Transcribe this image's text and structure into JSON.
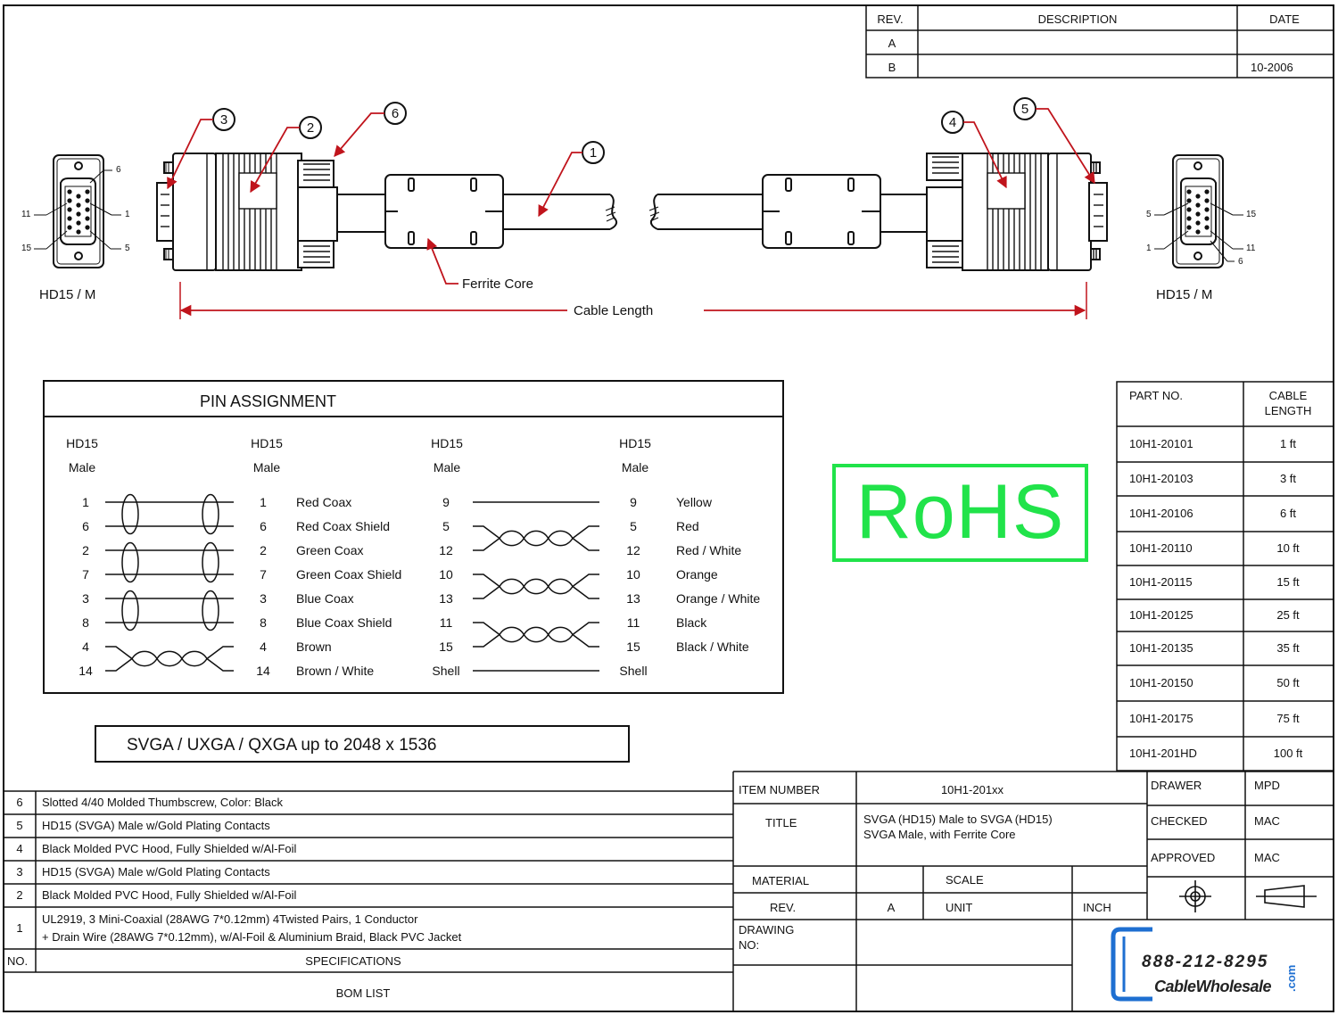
{
  "revision_table": {
    "headers": [
      "REV.",
      "DESCRIPTION",
      "DATE"
    ],
    "rows": [
      {
        "rev": "A",
        "description": "",
        "date": ""
      },
      {
        "rev": "B",
        "description": "",
        "date": "10-2006"
      }
    ]
  },
  "callouts": [
    "1",
    "2",
    "3",
    "4",
    "5",
    "6"
  ],
  "connector_left": {
    "label": "HD15 / M",
    "pins": [
      "6",
      "11",
      "1",
      "15",
      "5"
    ]
  },
  "connector_right": {
    "label": "HD15 / M",
    "pins": [
      "5",
      "15",
      "1",
      "11",
      "6"
    ]
  },
  "ferrite_label": "Ferrite Core",
  "cable_length_label": "Cable Length",
  "pin_assignment": {
    "title": "PIN ASSIGNMENT",
    "col_headers": [
      {
        "line1": "HD15",
        "line2": "Male"
      },
      {
        "line1": "HD15",
        "line2": "Male"
      },
      {
        "line1": "HD15",
        "line2": "Male"
      },
      {
        "line1": "HD15",
        "line2": "Male"
      }
    ],
    "left_rows": [
      {
        "a": "1",
        "b": "1",
        "name": "Red Coax"
      },
      {
        "a": "6",
        "b": "6",
        "name": "Red Coax Shield"
      },
      {
        "a": "2",
        "b": "2",
        "name": "Green Coax"
      },
      {
        "a": "7",
        "b": "7",
        "name": "Green Coax Shield"
      },
      {
        "a": "3",
        "b": "3",
        "name": "Blue Coax"
      },
      {
        "a": "8",
        "b": "8",
        "name": "Blue Coax Shield"
      },
      {
        "a": "4",
        "b": "4",
        "name": "Brown"
      },
      {
        "a": "14",
        "b": "14",
        "name": "Brown / White"
      }
    ],
    "right_rows": [
      {
        "a": "9",
        "b": "9",
        "name": "Yellow"
      },
      {
        "a": "5",
        "b": "5",
        "name": "Red"
      },
      {
        "a": "12",
        "b": "12",
        "name": "Red / White"
      },
      {
        "a": "10",
        "b": "10",
        "name": "Orange"
      },
      {
        "a": "13",
        "b": "13",
        "name": "Orange / White"
      },
      {
        "a": "11",
        "b": "11",
        "name": "Black"
      },
      {
        "a": "15",
        "b": "15",
        "name": "Black / White"
      },
      {
        "a": "Shell",
        "b": "Shell",
        "name": ""
      }
    ]
  },
  "rohs": "RoHS",
  "resolution_banner": "SVGA / UXGA / QXGA up to 2048 x 1536",
  "parts_table": {
    "headers": [
      "PART NO.",
      "CABLE",
      "LENGTH"
    ],
    "rows": [
      {
        "part": "10H1-20101",
        "length": "1 ft"
      },
      {
        "part": "10H1-20103",
        "length": "3 ft"
      },
      {
        "part": "10H1-20106",
        "length": "6 ft"
      },
      {
        "part": "10H1-20110",
        "length": "10 ft"
      },
      {
        "part": "10H1-20115",
        "length": "15 ft"
      },
      {
        "part": "10H1-20125",
        "length": "25 ft"
      },
      {
        "part": "10H1-20135",
        "length": "35 ft"
      },
      {
        "part": "10H1-20150",
        "length": "50 ft"
      },
      {
        "part": "10H1-20175",
        "length": "75 ft"
      },
      {
        "part": "10H1-201HD",
        "length": "100 ft"
      }
    ]
  },
  "bom": {
    "rows": [
      {
        "no": "6",
        "spec": [
          "Slotted 4/40 Molded Thumbscrew, Color: Black"
        ]
      },
      {
        "no": "5",
        "spec": [
          "HD15 (SVGA) Male w/Gold Plating Contacts"
        ]
      },
      {
        "no": "4",
        "spec": [
          "Black Molded PVC Hood, Fully Shielded w/Al-Foil"
        ]
      },
      {
        "no": "3",
        "spec": [
          "HD15 (SVGA) Male w/Gold Plating Contacts"
        ]
      },
      {
        "no": "2",
        "spec": [
          "Black Molded PVC Hood, Fully Shielded w/Al-Foil"
        ]
      },
      {
        "no": "1",
        "spec": [
          "UL2919, 3 Mini-Coaxial (28AWG 7*0.12mm)  4Twisted Pairs,  1 Conductor",
          "+ Drain Wire (28AWG 7*0.12mm), w/Al-Foil & Aluminium Braid, Black PVC Jacket"
        ]
      }
    ],
    "no_header": "NO.",
    "spec_header": "SPECIFICATIONS",
    "footer": "BOM LIST"
  },
  "title_block": {
    "item_number_label": "ITEM NUMBER",
    "item_number": "10H1-201xx",
    "title_label": "TITLE",
    "title_line1": "SVGA (HD15) Male to SVGA (HD15)",
    "title_line2": "SVGA Male, with Ferrite Core",
    "material_label": "MATERIAL",
    "scale_label": "SCALE",
    "rev_label": "REV.",
    "rev_value": "A",
    "unit_label": "UNIT",
    "unit_value": "INCH",
    "drawing_no_label1": "DRAWING",
    "drawing_no_label2": "NO:",
    "drawer_label": "DRAWER",
    "drawer_value": "MPD",
    "checked_label": "CHECKED",
    "checked_value": "MAC",
    "approved_label": "APPROVED",
    "approved_value": "MAC"
  },
  "logo": {
    "phone": "888-212-8295",
    "name": "CableWholesale",
    "suffix": ".com"
  },
  "colors": {
    "rohs": "#21e34a",
    "callout_leader": "#c0141c",
    "logo_blue": "#1e6fd1"
  }
}
